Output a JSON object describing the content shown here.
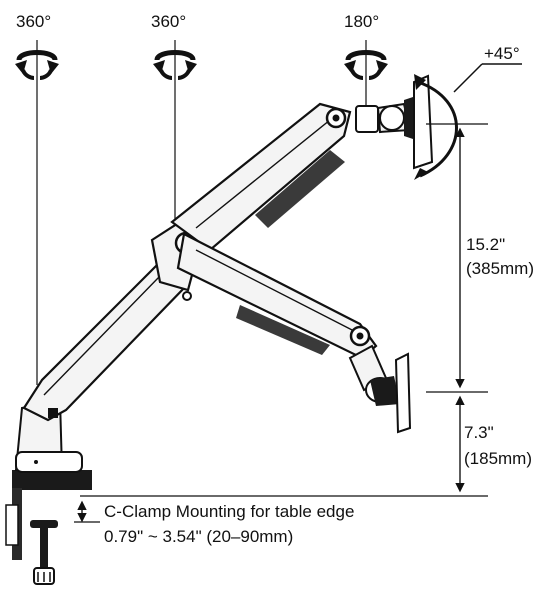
{
  "rotations": {
    "base": "360°",
    "elbow": "360°",
    "head": "180°"
  },
  "tilt": "+45°",
  "dimensions": {
    "upper_in": "15.2\"",
    "upper_mm": "(385mm)",
    "lower_in": "7.3\"",
    "lower_mm": "(185mm)"
  },
  "clamp": {
    "line1": "C-Clamp Mounting for table edge",
    "line2": "0.79\" ~ 3.54\" (20–90mm)"
  },
  "colors": {
    "ink": "#111111",
    "arm_fill": "#f4f4f4",
    "shade": "#3a3a3a"
  }
}
